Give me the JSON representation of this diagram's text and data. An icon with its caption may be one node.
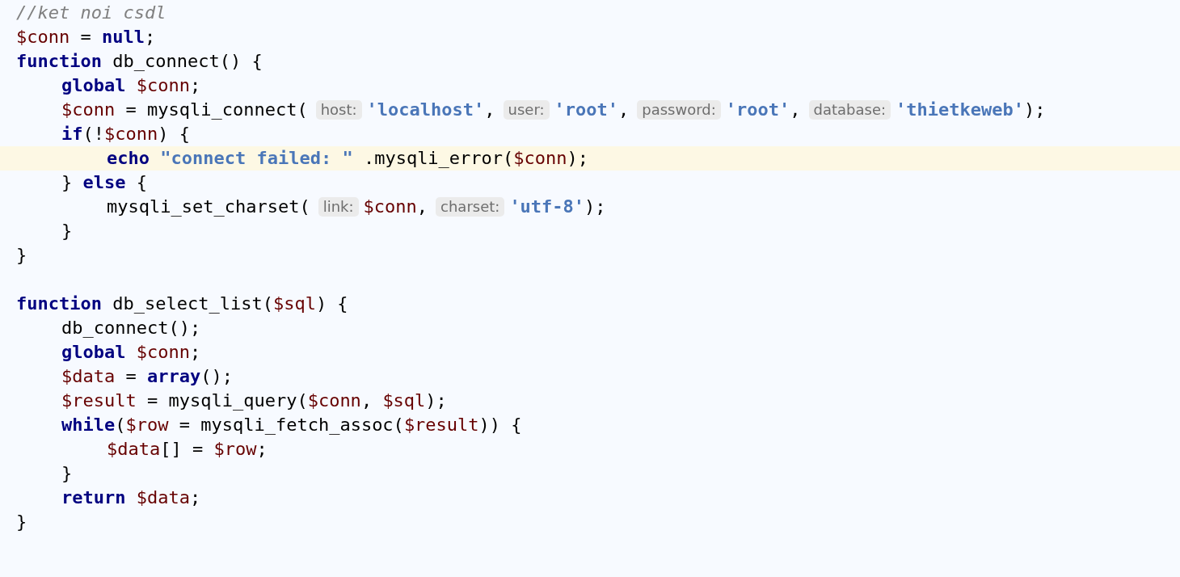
{
  "diagram": {
    "labels": [
      "//ket noi csdl",
      "$conn = null;",
      "function db_connect() {",
      "global $conn;",
      "$conn = mysqli_connect(",
      "host:",
      "'localhost',",
      "user:",
      "'root',",
      "password:",
      "'root',",
      "database:",
      "'thietkeweb');",
      "if(!$conn) {",
      "echo \"connect failed: \" .mysqli_error($conn);",
      "} else {",
      "mysqli_set_charset(",
      "link:",
      "$conn,",
      "charset:",
      "'utf-8');",
      "}",
      "}",
      "function db_select_list($sql) {",
      "db_connect();",
      "global $conn;",
      "$data = array();",
      "$result = mysqli_query($conn, $sql);",
      "while($row = mysqli_fetch_assoc($result)) {",
      "$data[] = $row;",
      "}",
      "return $data;",
      "}"
    ]
  }
}
